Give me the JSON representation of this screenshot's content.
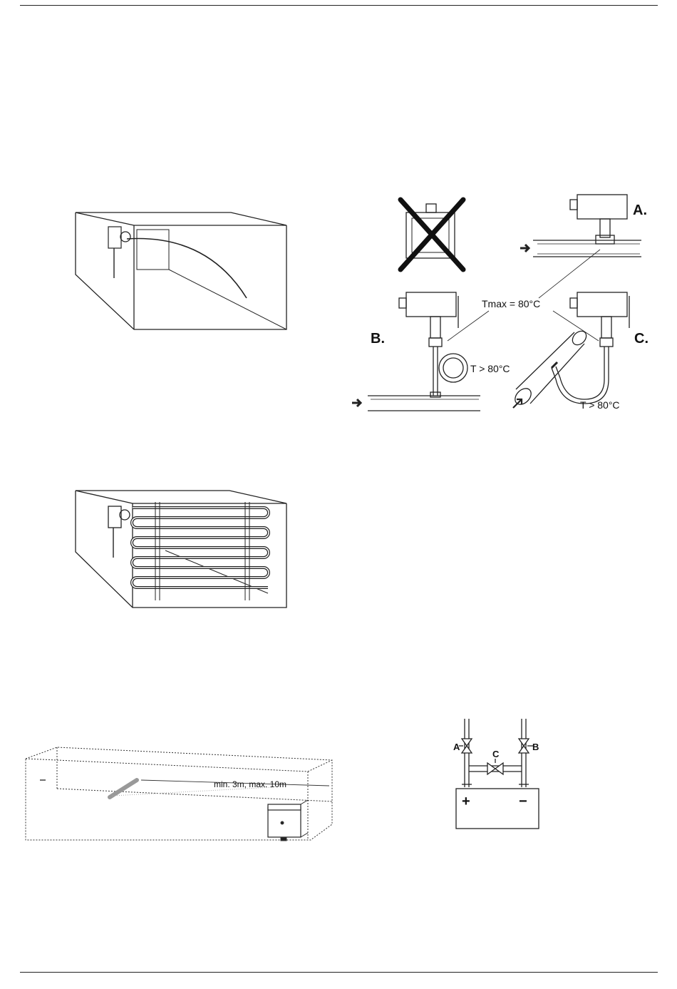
{
  "figures": {
    "mounting": {
      "label_a": "A.",
      "label_b": "B.",
      "label_c": "C.",
      "tmax": "Tmax = 80°C",
      "t_coil": "T > 80°C",
      "t_bend": "T > 80°C"
    },
    "duct_flat": {
      "distance": "min. 3m, max. 10m"
    },
    "valve_manifold": {
      "label_a": "A",
      "label_b": "B",
      "label_c": "C",
      "plus": "+",
      "minus": "−"
    }
  }
}
